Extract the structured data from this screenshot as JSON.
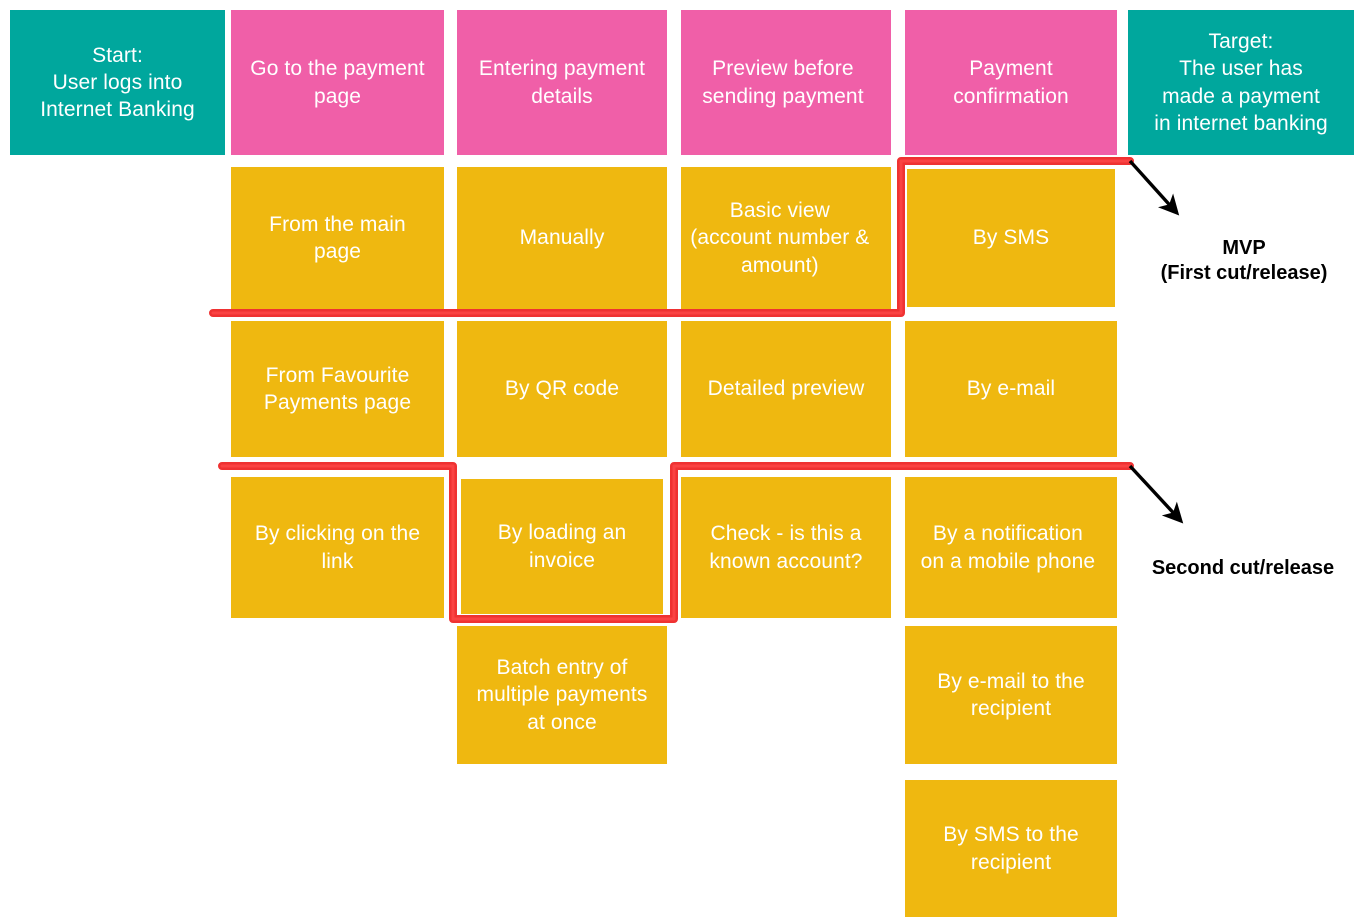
{
  "diagram": {
    "type": "user-story-map",
    "title_text_present": false,
    "colors": {
      "teal": "#00A79D",
      "pink": "#F05FA8",
      "amber": "#EFB810",
      "cut_line_red": "#EE2222",
      "arrow_black": "#000000",
      "card_text": "#FFFFFF",
      "background": "#FFFFFF"
    }
  },
  "backbone": {
    "start": {
      "label": "Start:\nUser logs into\nInternet Banking",
      "color": "teal"
    },
    "steps": [
      {
        "label": "Go to the payment\npage",
        "color": "pink"
      },
      {
        "label": "Entering payment\ndetails",
        "color": "pink"
      },
      {
        "label": "Preview before\nsending payment",
        "color": "pink"
      },
      {
        "label": "Payment\nconfirmation",
        "color": "pink"
      }
    ],
    "target": {
      "label": "Target:\nThe user has\nmade a payment\nin internet banking",
      "color": "teal"
    }
  },
  "columns": [
    {
      "step": "Go to the payment page",
      "stories": [
        "From the main\npage",
        "From Favourite\nPayments page",
        "By clicking on the\nlink"
      ]
    },
    {
      "step": "Entering payment details",
      "stories": [
        "Manually",
        "By QR code",
        "By loading an\ninvoice",
        "Batch entry of\nmultiple payments\nat once"
      ]
    },
    {
      "step": "Preview before sending payment",
      "stories": [
        "Basic view\n(account number &\namount)",
        "Detailed preview",
        "Check - is this a\nknown account?"
      ]
    },
    {
      "step": "Payment confirmation",
      "stories": [
        "By SMS",
        "By e-mail",
        "By a notification\non a mobile phone",
        "By e-mail to the\nrecipient",
        "By SMS to the\nrecipient"
      ]
    }
  ],
  "releases": [
    {
      "id": "mvp",
      "label": "MVP\n(First cut/release)"
    },
    {
      "id": "second",
      "label": "Second cut/release"
    }
  ]
}
